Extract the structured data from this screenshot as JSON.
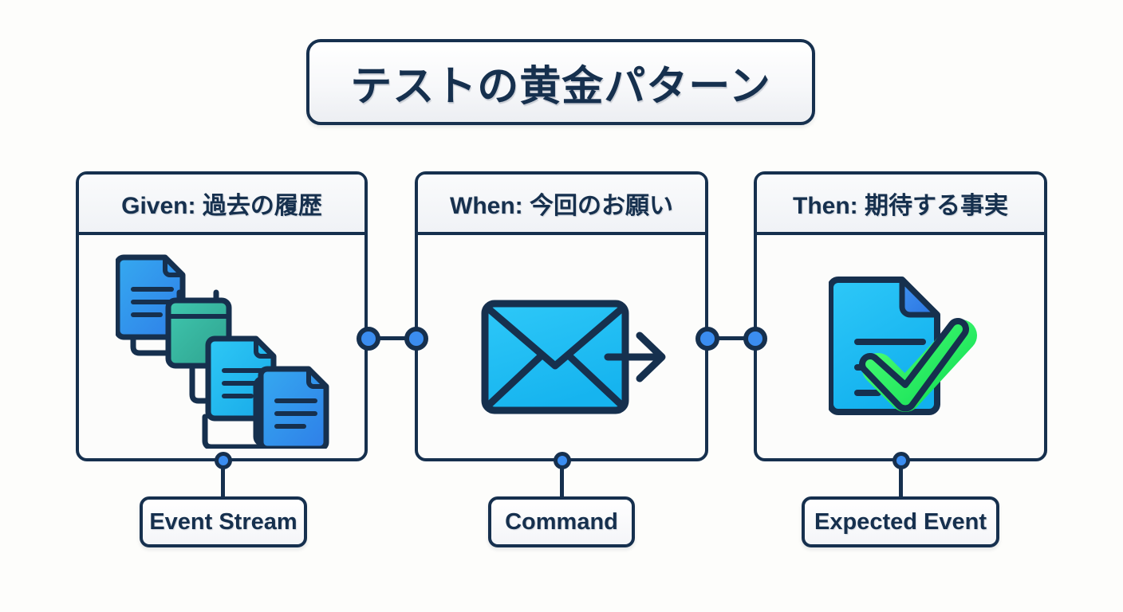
{
  "diagram": {
    "title": "テストの黄金パターン",
    "background_color": "#fdfdfb",
    "stroke_color": "#16304e",
    "node_color": "#3b8df0",
    "accent_green": "#22e05a",
    "accent_teal": "#2fb79a",
    "accent_blue": "#29b6f5",
    "accent_blue_dark": "#2f7fe8"
  },
  "panels": [
    {
      "id": "given",
      "header": "Given: 過去の履歴",
      "icon": "event-stream-stack-icon",
      "bottom_label": "Event Stream"
    },
    {
      "id": "when",
      "header": "When: 今回のお願い",
      "icon": "envelope-arrow-icon",
      "bottom_label": "Command"
    },
    {
      "id": "then",
      "header": "Then: 期待する事実",
      "icon": "document-check-icon",
      "bottom_label": "Expected Event"
    }
  ],
  "connectors": [
    {
      "from": "given",
      "to": "when",
      "type": "node-link"
    },
    {
      "from": "when",
      "to": "then",
      "type": "node-link"
    }
  ]
}
